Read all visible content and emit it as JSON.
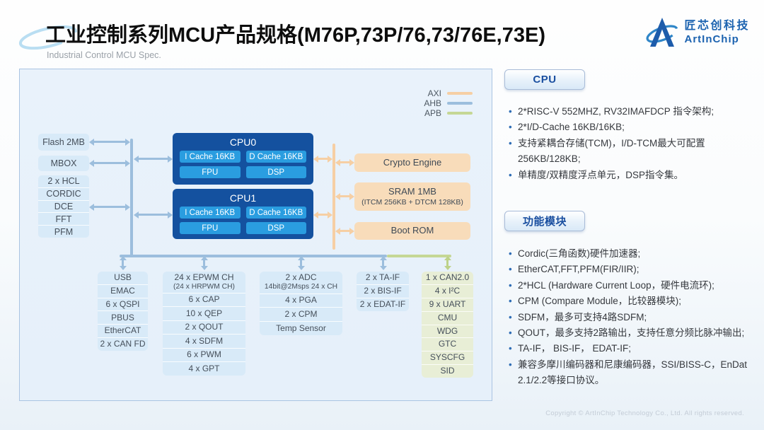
{
  "header": {
    "title": "工业控制系列MCU产品规格(M76P,73P/76,73/76E,73E)",
    "subtitle": "Industrial Control MCU Spec.",
    "logo": {
      "company_cn": "匠芯创科技",
      "company_en": "ArtInChip"
    }
  },
  "legend": {
    "items": [
      {
        "label": "AXI",
        "color": "#f6cfa4"
      },
      {
        "label": "AHB",
        "color": "#9cbedd"
      },
      {
        "label": "APB",
        "color": "#c5d795"
      }
    ]
  },
  "diagram": {
    "flash": "Flash 2MB",
    "mbox": "MBOX",
    "accel_items": [
      "2 x HCL",
      "CORDIC",
      "DCE",
      "FFT",
      "PFM"
    ],
    "cpu0": {
      "title": "CPU0",
      "cells": [
        "I Cache 16KB",
        "D Cache 16KB",
        "FPU",
        "DSP"
      ]
    },
    "cpu1": {
      "title": "CPU1",
      "cells": [
        "I Cache 16KB",
        "D Cache 16KB",
        "FPU",
        "DSP"
      ]
    },
    "axi_blocks": [
      {
        "main": "Crypto Engine"
      },
      {
        "main": "SRAM 1MB",
        "sub": "(ITCM 256KB + DTCM 128KB)"
      },
      {
        "main": "Boot ROM"
      }
    ],
    "periph_col1": [
      "USB",
      "EMAC",
      "6 x QSPI",
      "PBUS",
      "EtherCAT",
      "2 x CAN FD"
    ],
    "periph_col2": [
      {
        "main": "24 x EPWM CH",
        "sub": "(24 x HRPWM CH)"
      },
      "6 x CAP",
      "10 x QEP",
      "2 x QOUT",
      "4 x SDFM",
      "6 x PWM",
      "4 x GPT"
    ],
    "periph_col3": [
      {
        "main": "2 x ADC",
        "sub": "14bit@2Msps 24 x CH"
      },
      "4 x PGA",
      "2 x CPM",
      "Temp Sensor"
    ],
    "periph_col4": [
      "2 x TA-IF",
      "2 x BIS-IF",
      "2 x EDAT-IF"
    ],
    "periph_col5": [
      "1 x CAN2.0",
      "4 x I²C",
      "9 x UART",
      "CMU",
      "WDG",
      "GTC",
      "SYSCFG",
      "SID"
    ]
  },
  "panel": {
    "cpu_badge": "CPU",
    "cpu_features": [
      "2*RISC-V 552MHZ, RV32IMAFDCP 指令架构;",
      "2*I/D-Cache 16KB/16KB;",
      "支持紧耦合存储(TCM)，I/D-TCM最大可配置256KB/128KB;",
      "单精度/双精度浮点单元，DSP指令集。"
    ],
    "func_badge": "功能模块",
    "func_features": [
      "Cordic(三角函数)硬件加速器;",
      "EtherCAT,FFT,PFM(FIR/IIR);",
      "2*HCL (Hardware Current Loop，硬件电流环);",
      "CPM (Compare Module，比较器模块);",
      "SDFM，最多可支持4路SDFM;",
      "QOUT，最多支持2路输出，支持任意分频比脉冲输出;",
      "TA-IF， BIS-IF， EDAT-IF;",
      "兼容多摩川编码器和尼康编码器，SSI/BISS-C，EnDat 2.1/2.2等接口协议。"
    ]
  },
  "footer": {
    "copyright": "Copyright © ArtInChip Technology Co., Ltd. All rights reserved."
  }
}
